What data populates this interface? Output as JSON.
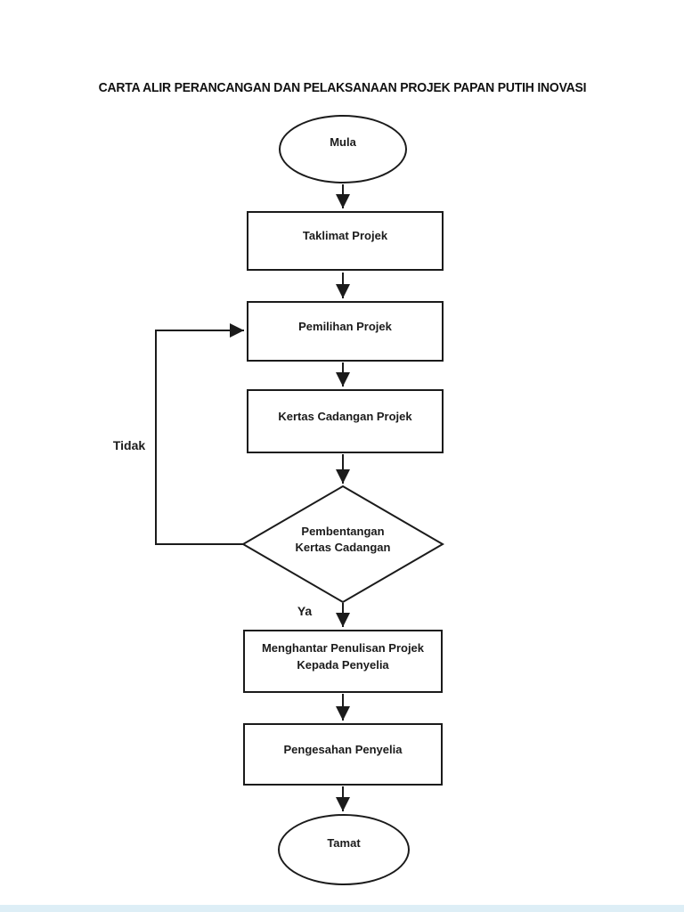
{
  "page": {
    "title": "CARTA ALIR PERANCANGAN DAN PELAKSANAAN PROJEK PAPAN PUTIH INOVASI",
    "background_color": "#ffffff",
    "line_color": "#1b1b1b",
    "bottom_strip_color": "#ddeef6"
  },
  "flowchart": {
    "nodes": [
      {
        "id": "mula",
        "type": "terminator-ellipse",
        "label": "Mula"
      },
      {
        "id": "taklimat-projek",
        "type": "process-rect",
        "label": "Taklimat Projek"
      },
      {
        "id": "pemilihan-projek",
        "type": "process-rect",
        "label": "Pemilihan Projek"
      },
      {
        "id": "kertas-cadangan-projek",
        "type": "process-rect",
        "label": "Kertas Cadangan Projek"
      },
      {
        "id": "pembentangan-kertas-cadangan",
        "type": "decision-diamond",
        "label": "Pembentangan\nKertas Cadangan"
      },
      {
        "id": "menghantar-penulisan-projek",
        "type": "process-rect",
        "label": "Menghantar Penulisan Projek\nKepada Penyelia"
      },
      {
        "id": "pengesahan-penyelia",
        "type": "process-rect",
        "label": "Pengesahan Penyelia"
      },
      {
        "id": "tamat",
        "type": "terminator-ellipse",
        "label": "Tamat"
      }
    ],
    "decision_labels": {
      "yes": "Ya",
      "no": "Tidak"
    }
  }
}
